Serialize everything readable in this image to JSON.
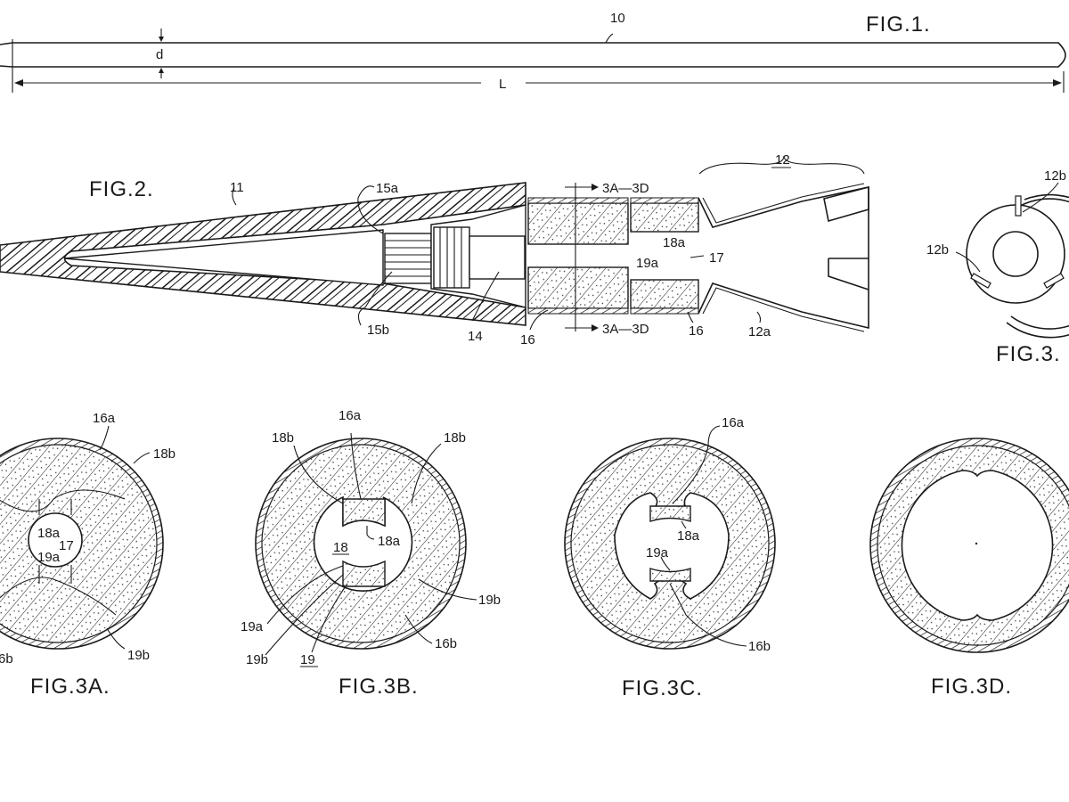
{
  "figures": {
    "fig1": {
      "title": "FIG.1.",
      "labels": {
        "rod": "10",
        "diameter": "d",
        "length": "L"
      }
    },
    "fig2": {
      "title": "FIG.2.",
      "labels": {
        "body": "11",
        "nozzle": "12",
        "nozzle_wall": "12a",
        "plug": "14",
        "fin_upper": "15a",
        "fin_lower": "15b",
        "grain_left": "16",
        "grain_right": "16",
        "bore": "17",
        "bore_top": "18a",
        "bore_bottom": "19a",
        "section_top": "3A—3D",
        "section_bottom": "3A—3D"
      }
    },
    "fig3": {
      "title": "FIG.3.",
      "labels": {
        "tab_top": "12b",
        "tab_left": "12b"
      }
    },
    "fig3a": {
      "title": "FIG.3A.",
      "labels": {
        "l16a": "16a",
        "l18b": "18b",
        "l18a": "18a",
        "l17": "17",
        "l19a": "19a",
        "l19b": "19b",
        "l16b": "6b"
      }
    },
    "fig3b": {
      "title": "FIG.3B.",
      "labels": {
        "l16a": "16a",
        "l18b_left": "18b",
        "l18b_right": "18b",
        "l18": "18",
        "l18a": "18a",
        "l19a": "19a",
        "l19b_left": "19b",
        "l19": "19",
        "l19b_right": "19b",
        "l16b": "16b"
      }
    },
    "fig3c": {
      "title": "FIG.3C.",
      "labels": {
        "l16a": "16a",
        "l18a": "18a",
        "l19a": "19a",
        "l16b": "16b"
      }
    },
    "fig3d": {
      "title": "FIG.3D."
    }
  },
  "colors": {
    "ink": "#1a1a1a",
    "paper": "#ffffff"
  }
}
